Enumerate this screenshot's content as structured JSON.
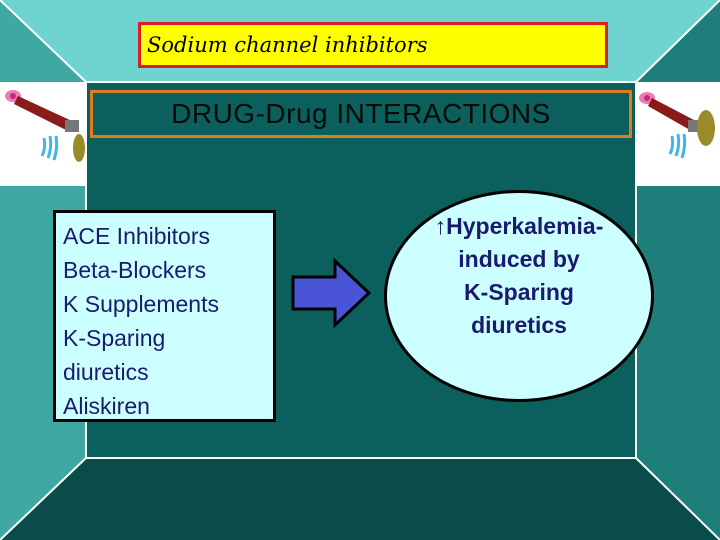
{
  "banner": {
    "text": "Sodium channel inhibitors"
  },
  "title": {
    "text": "DRUG-Drug  INTERACTIONS"
  },
  "drug_list": [
    "ACE Inhibitors",
    "Beta-Blockers",
    "K Supplements",
    "K-Sparing",
    "diuretics",
    "Aliskiren"
  ],
  "result": {
    "lines": [
      "↑Hyperkalemia-",
      "induced by",
      "K-Sparing",
      "diuretics"
    ]
  },
  "icons": {
    "decor_left": "faucet-kidney-icon",
    "decor_right": "faucet-kidney-icon",
    "arrow": "right-arrow-icon"
  },
  "colors": {
    "background": "#0b5f5c",
    "banner_fill": "#ffff00",
    "banner_border": "#d81f26",
    "title_border": "#e07b1e",
    "box_fill": "#ccffff",
    "text": "#1a1a6e",
    "arrow_fill": "#4a54d6"
  }
}
